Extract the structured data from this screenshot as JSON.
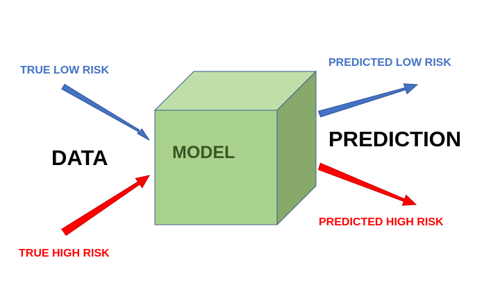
{
  "labels": {
    "true_low_risk": "TRUE LOW RISK",
    "true_high_risk": "TRUE HIGH RISK",
    "data": "DATA",
    "model": "MODEL",
    "prediction": "PREDICTION",
    "predicted_low_risk": "PREDICTED LOW RISK",
    "predicted_high_risk": "PREDICTED HIGH RISK"
  },
  "colors": {
    "low_risk": "#4472c4",
    "high_risk": "#ff0000",
    "cube_front": "#a9d18e",
    "cube_top": "#bfdfa8",
    "cube_side": "#87a96b",
    "cube_edge": "#3a5a8c",
    "model_text": "#375623"
  },
  "icons": {
    "input_low_arrow": "arrow-down-right-icon",
    "input_high_arrow": "arrow-up-right-icon",
    "output_low_arrow": "arrow-up-right-icon",
    "output_high_arrow": "arrow-down-right-icon",
    "model_shape": "cube-icon"
  }
}
